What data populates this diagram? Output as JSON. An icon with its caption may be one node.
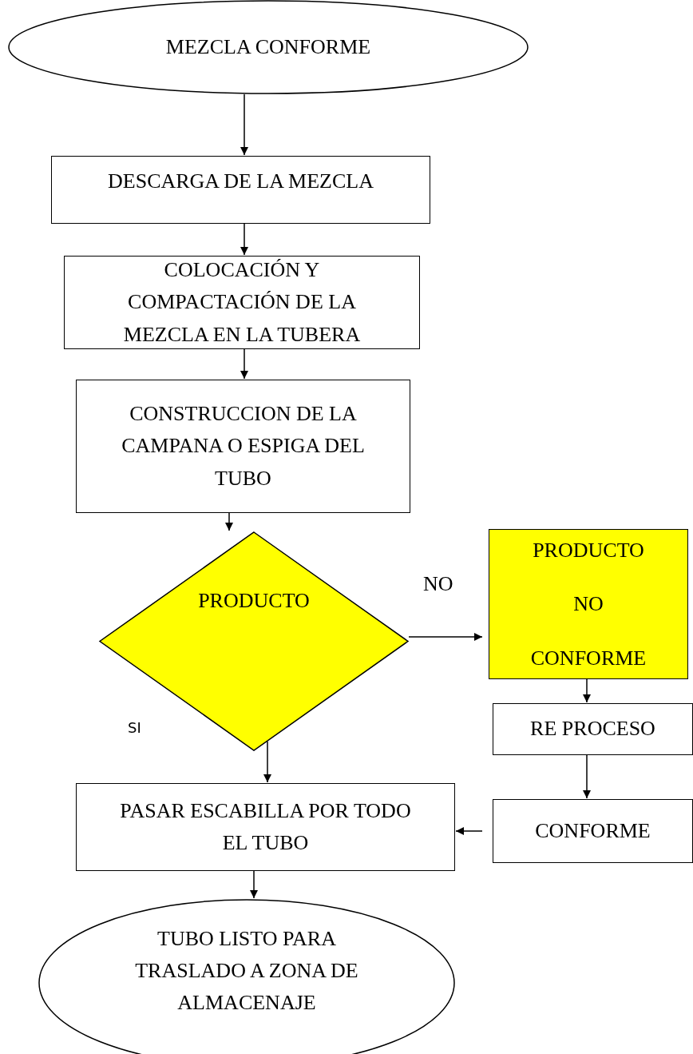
{
  "diagram": {
    "nodes": [
      {
        "text": [
          "MEZCLA CONFORME"
        ]
      },
      {
        "text": [
          "DESCARGA DE LA MEZCLA"
        ]
      },
      {
        "text": [
          "COLOCACIÓN Y COMPACTACIÓN DE LA MEZCLA EN LA TUBERA"
        ]
      },
      {
        "text": [
          "CONSTRUCCION DE LA CAMPANA O ESPIGA  DEL TUBO"
        ]
      },
      {
        "text": [
          "PRODUCTO"
        ]
      },
      {
        "text": [
          "PRODUCTO NO CONFORME"
        ]
      },
      {
        "text": [
          "RE PROCESO"
        ]
      },
      {
        "text": [
          "CONFORME"
        ]
      },
      {
        "text": [
          "PASAR ESCABILLA POR TODO EL TUBO"
        ]
      },
      {
        "text": [
          "TUBO LISTO PARA TRASLADO A ZONA DE ALMACENAJE"
        ]
      }
    ],
    "edges": [
      {
        "from": 0,
        "to": 1,
        "arrow": "to"
      },
      {
        "from": 1,
        "to": 2,
        "arrow": "to"
      },
      {
        "from": 2,
        "to": 3,
        "arrow": "to"
      },
      {
        "from": 3,
        "to": 4,
        "arrow": "to"
      },
      {
        "from": 4,
        "to": 5,
        "arrow": "to",
        "label": "NO"
      },
      {
        "from": 5,
        "to": 6,
        "arrow": "to"
      },
      {
        "from": 6,
        "to": 7,
        "arrow": "to"
      },
      {
        "from": 7,
        "to": 8,
        "arrow": "to"
      },
      {
        "from": 4,
        "to": 8,
        "arrow": "to"
      },
      {
        "from": 8,
        "to": 9,
        "arrow": "to"
      }
    ],
    "labels": [
      "SI"
    ]
  }
}
